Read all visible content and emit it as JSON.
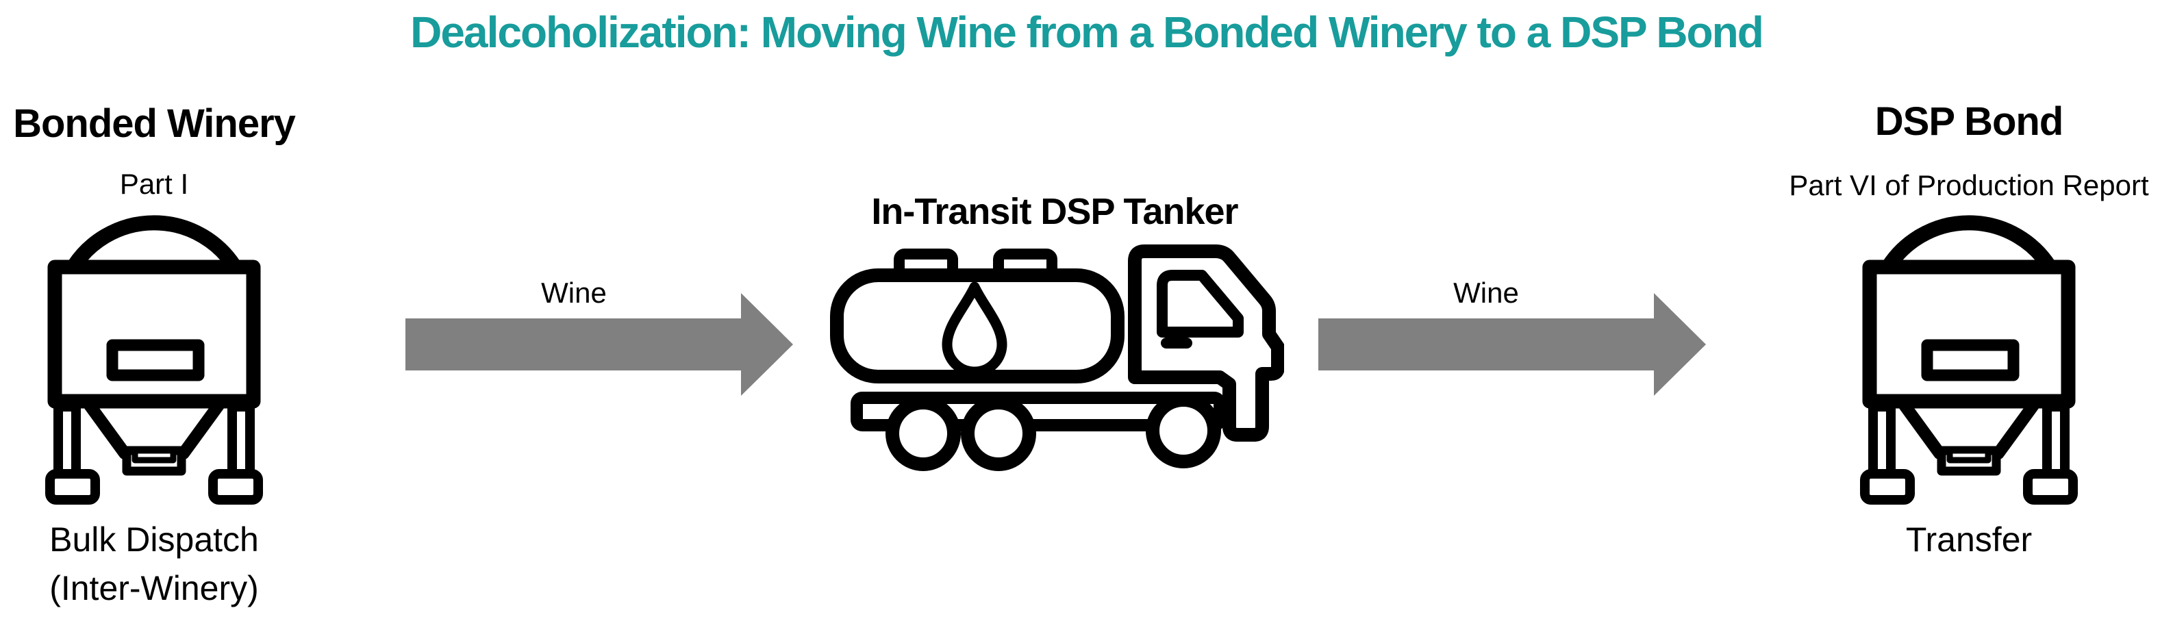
{
  "slide": {
    "title": "Dealcoholization: Moving Wine from a Bonded Winery to a DSP Bond"
  },
  "colors": {
    "accent_teal": "#189C9C",
    "arrow_gray": "#808080",
    "icon_black": "#000000",
    "text_black": "#000000",
    "background": "#FFFFFF"
  },
  "nodes": {
    "bonded_winery": {
      "heading": "Bonded Winery",
      "subheading": "Part I",
      "icon": "wine-tank-icon",
      "caption_line1": "Bulk Dispatch",
      "caption_line2": "(Inter-Winery)"
    },
    "in_transit": {
      "heading": "In-Transit DSP Tanker",
      "icon": "tanker-truck-icon"
    },
    "dsp_bond": {
      "heading": "DSP Bond",
      "subheading": "Part VI of Production Report",
      "icon": "wine-tank-icon",
      "caption": "Transfer"
    }
  },
  "flows": [
    {
      "label": "Wine",
      "from": "bonded_winery",
      "to": "in_transit"
    },
    {
      "label": "Wine",
      "from": "in_transit",
      "to": "dsp_bond"
    }
  ]
}
